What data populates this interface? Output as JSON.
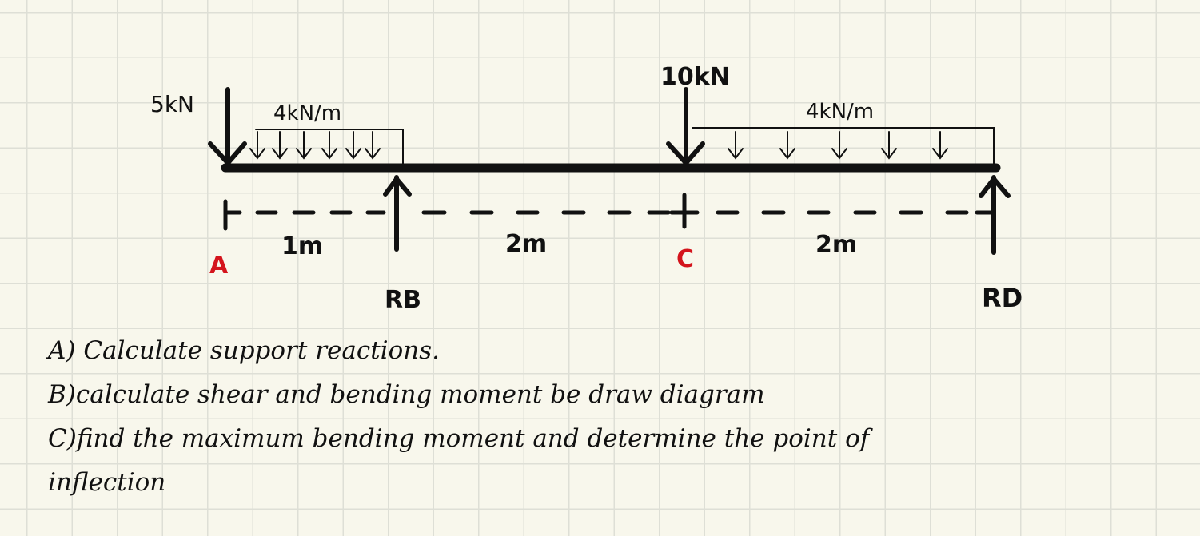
{
  "loads": {
    "point_A": "5kN",
    "udl_left": "4kN/m",
    "point_C": "10kN",
    "udl_right": "4kN/m"
  },
  "spans": {
    "AB": "1m",
    "BC": "2m",
    "CD": "2m"
  },
  "points": {
    "A": "A",
    "C": "C",
    "RB": "RB",
    "RD": "RD"
  },
  "colors": {
    "ink": "#111111",
    "red_label": "#d4141c",
    "paper": "#f8f7ec",
    "grid": "#dedfd6"
  },
  "questions": [
    "A) Calculate support reactions.",
    "B)calculate shear and bending moment be draw diagram",
    "C)find the maximum bending moment and determine the point of",
    "inflection"
  ]
}
